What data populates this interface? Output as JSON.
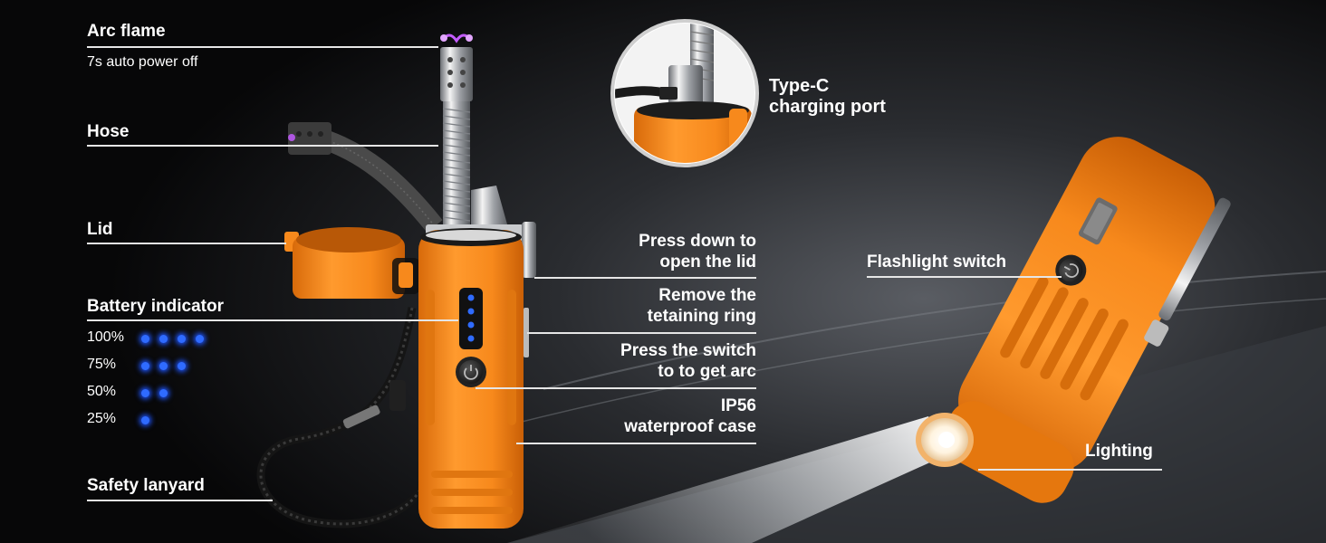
{
  "labels": {
    "arc_flame": "Arc flame",
    "auto_off": "7s auto power off",
    "hose": "Hose",
    "lid": "Lid",
    "battery_indicator": "Battery indicator",
    "safety_lanyard": "Safety lanyard",
    "type_c_line1": "Type-C",
    "type_c_line2": "charging port",
    "press_lid_line1": "Press down to",
    "press_lid_line2": "open the lid",
    "remove_ring_line1": "Remove the",
    "remove_ring_line2": "tetaining ring",
    "press_switch_line1": "Press the switch",
    "press_switch_line2": "to to get arc",
    "ip56_line1": "IP56",
    "ip56_line2": "waterproof case",
    "flashlight_switch": "Flashlight switch",
    "lighting": "Lighting"
  },
  "battery_levels": [
    {
      "label": "100%",
      "dots": 4
    },
    {
      "label": "75%",
      "dots": 3
    },
    {
      "label": "50%",
      "dots": 2
    },
    {
      "label": "25%",
      "dots": 1
    }
  ],
  "colors": {
    "body_orange": "#f7891c",
    "indicator_blue": "#2f6bff",
    "arc_purple": "#c45cff",
    "text": "#ffffff"
  }
}
